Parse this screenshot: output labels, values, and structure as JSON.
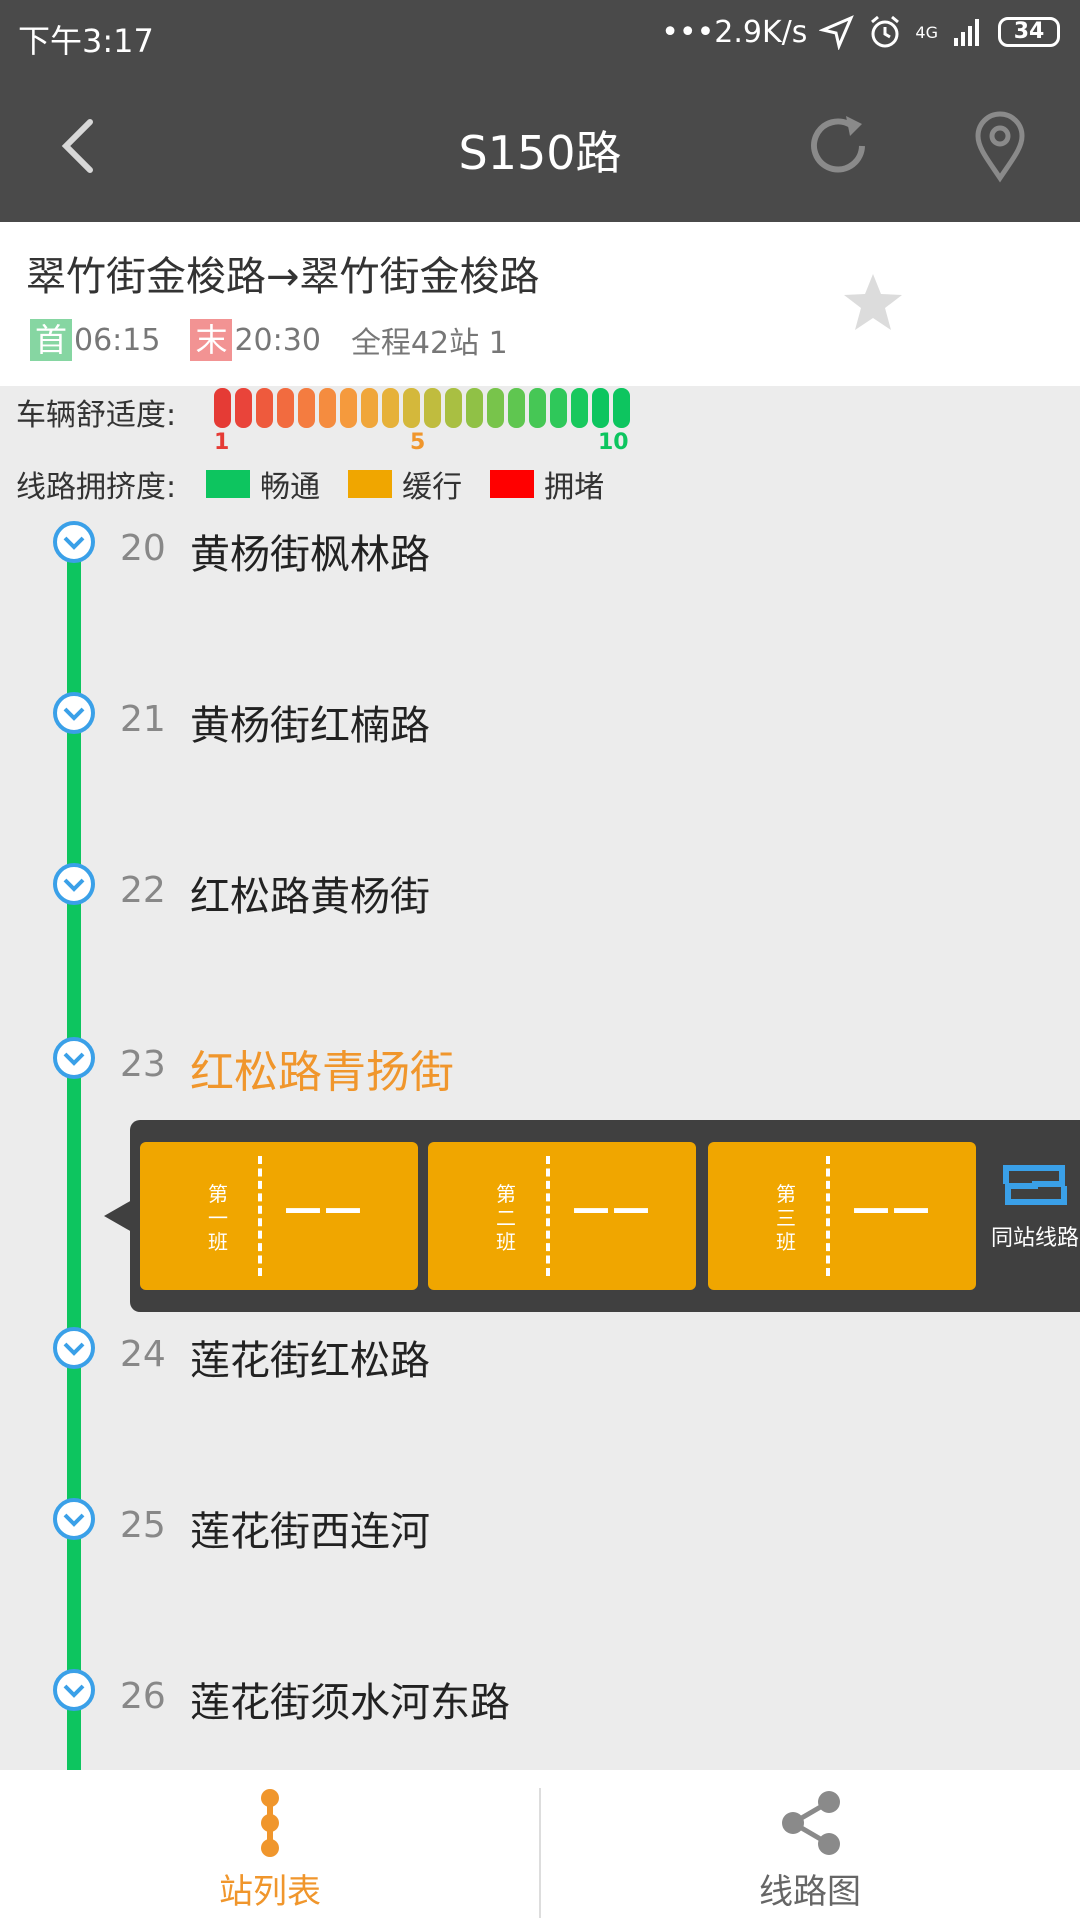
{
  "status_bar": {
    "time": "下午3:17",
    "net_speed": "•••2.9K/s",
    "network": "4G",
    "battery": "34"
  },
  "nav": {
    "title": "S150路"
  },
  "route": {
    "name": "翠竹街金梭路→翠竹街金梭路",
    "first_tag": "首",
    "first_time": "06:15",
    "last_tag": "末",
    "last_time": "20:30",
    "total": "全程42站 1"
  },
  "legend": {
    "comfort_label": "车辆舒适度:",
    "scale": [
      "1",
      "5",
      "10"
    ],
    "crowd_label": "线路拥挤度:",
    "items": [
      {
        "label": "畅通",
        "color": "#0dc55f"
      },
      {
        "label": "缓行",
        "color": "#f0a600"
      },
      {
        "label": "拥堵",
        "color": "#ff0000"
      }
    ]
  },
  "stations": [
    {
      "num": "20",
      "name": "黄杨街枫林路"
    },
    {
      "num": "21",
      "name": "黄杨街红楠路"
    },
    {
      "num": "22",
      "name": "红松路黄杨街"
    },
    {
      "num": "23",
      "name": "红松路青扬街"
    },
    {
      "num": "24",
      "name": "莲花街红松路"
    },
    {
      "num": "25",
      "name": "莲花街西连河"
    },
    {
      "num": "26",
      "name": "莲花街须水河东路"
    }
  ],
  "popup": {
    "buses": [
      {
        "label": "第一班",
        "eta": "——"
      },
      {
        "label": "第二班",
        "eta": "——"
      },
      {
        "label": "第三班",
        "eta": "——"
      }
    ],
    "same_station": "同站线路"
  },
  "tabs": {
    "list": "站列表",
    "map": "线路图"
  },
  "colors": {
    "accent": "#f0962c",
    "track": "#0dc55f",
    "node": "#3aa0e8"
  }
}
